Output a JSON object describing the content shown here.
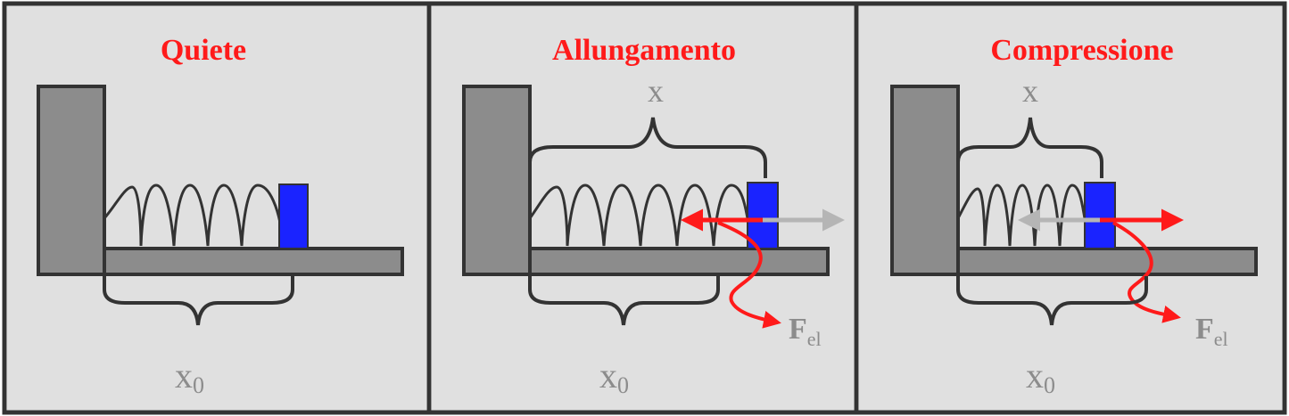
{
  "colors": {
    "background": "#e0e0e0",
    "frame": "#333333",
    "wall": "#8c8c8c",
    "spring": "#333333",
    "block": "#1a23ff",
    "title": "#ff1a1a",
    "force": "#ff1a1a",
    "gray_arrow": "#b5b5b5",
    "label": "#8c8c8c"
  },
  "panels": [
    {
      "title": "Quiete",
      "x_label": "",
      "x0_label": "x",
      "x0_sub": "0",
      "force_label": "",
      "force_sub": ""
    },
    {
      "title": "Allungamento",
      "x_label": "x",
      "x0_label": "x",
      "x0_sub": "0",
      "force_label": "F",
      "force_sub": "el"
    },
    {
      "title": "Compressione",
      "x_label": "x",
      "x0_label": "x",
      "x0_sub": "0",
      "force_label": "F",
      "force_sub": "el"
    }
  ]
}
